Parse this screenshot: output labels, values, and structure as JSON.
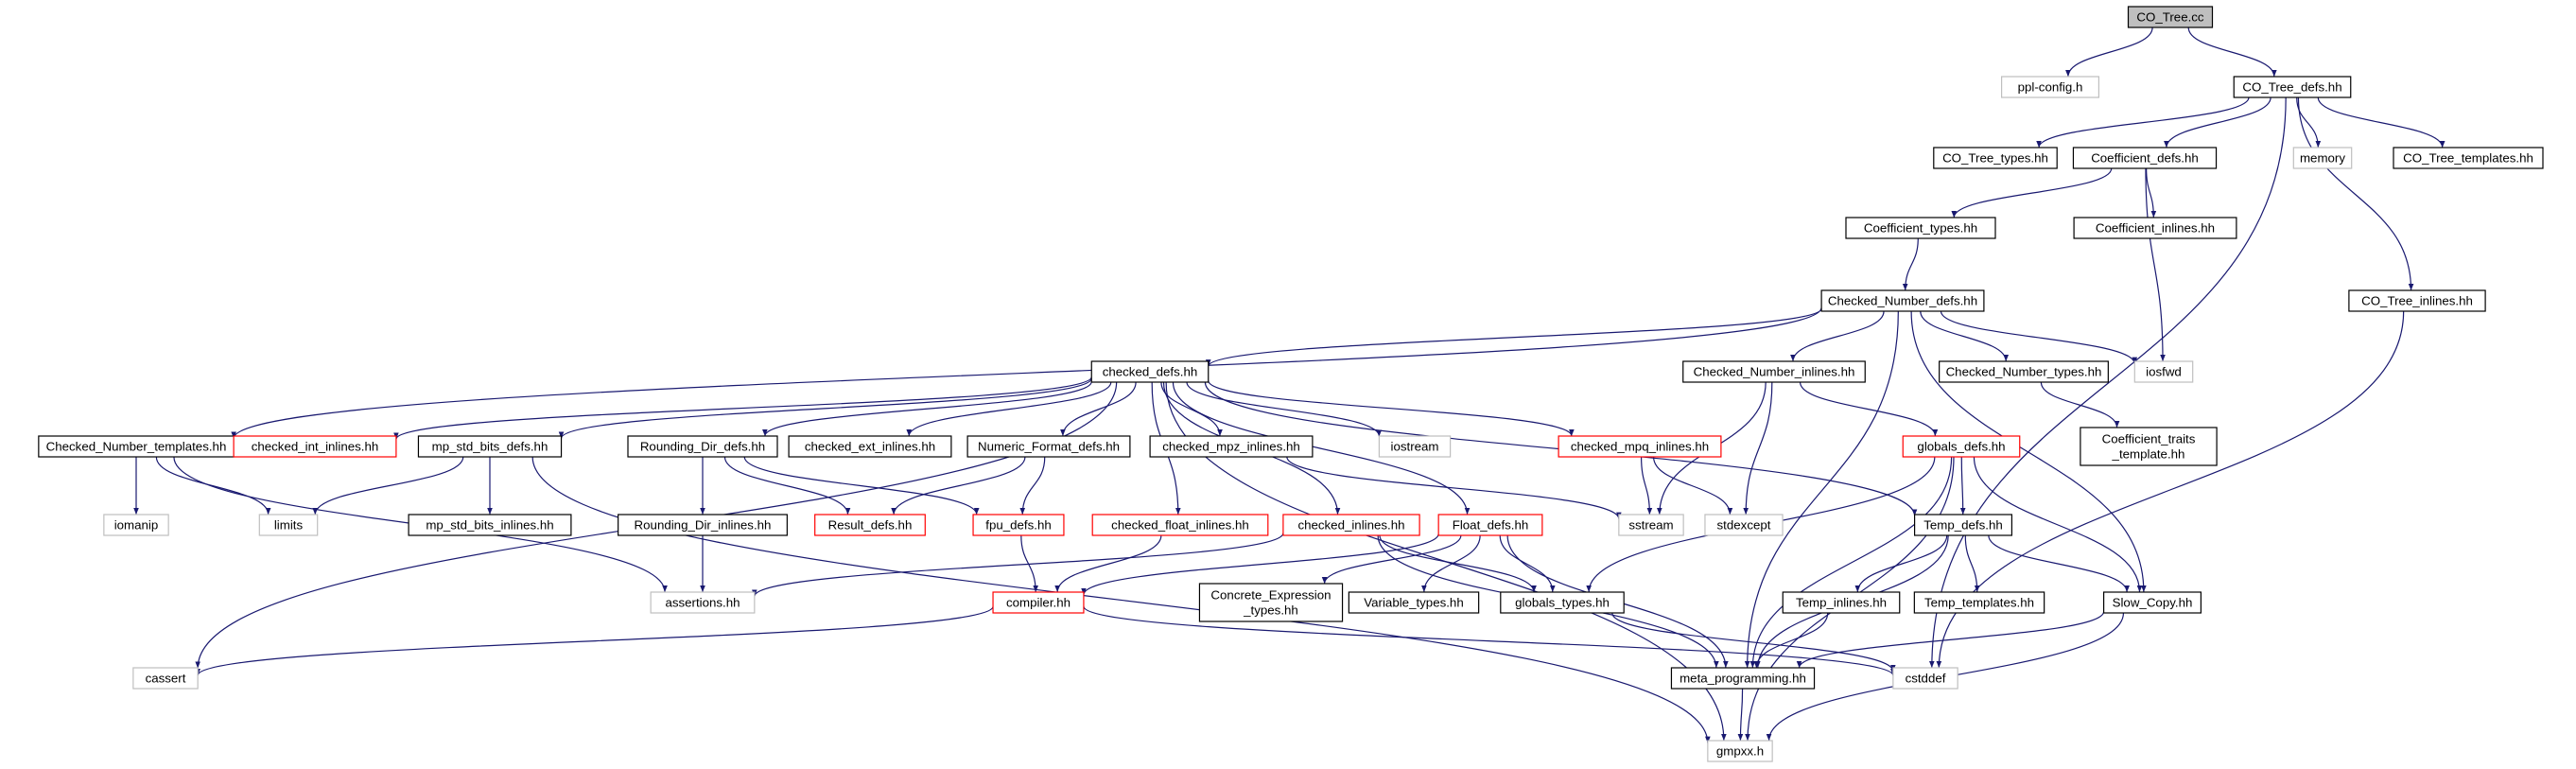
{
  "graph": {
    "colors": {
      "edge": "#191970",
      "box_black": "#000000",
      "box_gray": "#bfbfbf",
      "box_red": "#ff0000",
      "fill_root": "#bfbfbf",
      "fill": "#ffffff",
      "text": "#000000"
    },
    "nodes": [
      {
        "id": "co_tree_cc",
        "label": "CO_Tree.cc",
        "style": "root"
      },
      {
        "id": "ppl_config",
        "label": "ppl-config.h",
        "style": "gray"
      },
      {
        "id": "co_tree_defs",
        "label": "CO_Tree_defs.hh",
        "style": "black"
      },
      {
        "id": "co_tree_types",
        "label": "CO_Tree_types.hh",
        "style": "black"
      },
      {
        "id": "coefficient_defs",
        "label": "Coefficient_defs.hh",
        "style": "black"
      },
      {
        "id": "memory",
        "label": "memory",
        "style": "gray"
      },
      {
        "id": "co_tree_templates",
        "label": "CO_Tree_templates.hh",
        "style": "black"
      },
      {
        "id": "coefficient_types",
        "label": "Coefficient_types.hh",
        "style": "black"
      },
      {
        "id": "coefficient_inlines",
        "label": "Coefficient_inlines.hh",
        "style": "black"
      },
      {
        "id": "checked_number_defs",
        "label": "Checked_Number_defs.hh",
        "style": "black"
      },
      {
        "id": "co_tree_inlines",
        "label": "CO_Tree_inlines.hh",
        "style": "black"
      },
      {
        "id": "checked_defs",
        "label": "checked_defs.hh",
        "style": "black"
      },
      {
        "id": "checked_number_inlines",
        "label": "Checked_Number_inlines.hh",
        "style": "black"
      },
      {
        "id": "checked_number_types",
        "label": "Checked_Number_types.hh",
        "style": "black"
      },
      {
        "id": "iosfwd",
        "label": "iosfwd",
        "style": "gray"
      },
      {
        "id": "coefficient_traits_template",
        "label": "Coefficient_traits\n_template.hh",
        "style": "black"
      },
      {
        "id": "checked_number_templates",
        "label": "Checked_Number_templates.hh",
        "style": "black"
      },
      {
        "id": "checked_int_inlines",
        "label": "checked_int_inlines.hh",
        "style": "red"
      },
      {
        "id": "mp_std_bits_defs",
        "label": "mp_std_bits_defs.hh",
        "style": "black"
      },
      {
        "id": "rounding_dir_defs",
        "label": "Rounding_Dir_defs.hh",
        "style": "black"
      },
      {
        "id": "checked_ext_inlines",
        "label": "checked_ext_inlines.hh",
        "style": "black"
      },
      {
        "id": "numeric_format_defs",
        "label": "Numeric_Format_defs.hh",
        "style": "black"
      },
      {
        "id": "checked_mpz_inlines",
        "label": "checked_mpz_inlines.hh",
        "style": "black"
      },
      {
        "id": "iostream",
        "label": "iostream",
        "style": "gray"
      },
      {
        "id": "checked_mpq_inlines",
        "label": "checked_mpq_inlines.hh",
        "style": "red"
      },
      {
        "id": "globals_defs",
        "label": "globals_defs.hh",
        "style": "red"
      },
      {
        "id": "iomanip",
        "label": "iomanip",
        "style": "gray"
      },
      {
        "id": "limits",
        "label": "limits",
        "style": "gray"
      },
      {
        "id": "mp_std_bits_inlines",
        "label": "mp_std_bits_inlines.hh",
        "style": "black"
      },
      {
        "id": "rounding_dir_inlines",
        "label": "Rounding_Dir_inlines.hh",
        "style": "black"
      },
      {
        "id": "result_defs",
        "label": "Result_defs.hh",
        "style": "red"
      },
      {
        "id": "fpu_defs",
        "label": "fpu_defs.hh",
        "style": "red"
      },
      {
        "id": "checked_float_inlines",
        "label": "checked_float_inlines.hh",
        "style": "red"
      },
      {
        "id": "checked_inlines",
        "label": "checked_inlines.hh",
        "style": "red"
      },
      {
        "id": "float_defs",
        "label": "Float_defs.hh",
        "style": "red"
      },
      {
        "id": "sstream",
        "label": "sstream",
        "style": "gray"
      },
      {
        "id": "stdexcept",
        "label": "stdexcept",
        "style": "gray"
      },
      {
        "id": "temp_defs",
        "label": "Temp_defs.hh",
        "style": "black"
      },
      {
        "id": "assertions",
        "label": "assertions.hh",
        "style": "gray"
      },
      {
        "id": "compiler",
        "label": "compiler.hh",
        "style": "red"
      },
      {
        "id": "concrete_expression_types",
        "label": "Concrete_Expression\n_types.hh",
        "style": "black"
      },
      {
        "id": "variable_types",
        "label": "Variable_types.hh",
        "style": "black"
      },
      {
        "id": "globals_types",
        "label": "globals_types.hh",
        "style": "black"
      },
      {
        "id": "temp_inlines",
        "label": "Temp_inlines.hh",
        "style": "black"
      },
      {
        "id": "temp_templates",
        "label": "Temp_templates.hh",
        "style": "black"
      },
      {
        "id": "slow_copy",
        "label": "Slow_Copy.hh",
        "style": "black"
      },
      {
        "id": "cassert",
        "label": "cassert",
        "style": "gray"
      },
      {
        "id": "meta_programming",
        "label": "meta_programming.hh",
        "style": "black"
      },
      {
        "id": "cstddef",
        "label": "cstddef",
        "style": "gray"
      },
      {
        "id": "gmpxx",
        "label": "gmpxx.h",
        "style": "gray"
      }
    ],
    "edges": [
      [
        "co_tree_cc",
        "ppl_config"
      ],
      [
        "co_tree_cc",
        "co_tree_defs"
      ],
      [
        "co_tree_defs",
        "co_tree_types"
      ],
      [
        "co_tree_defs",
        "coefficient_defs"
      ],
      [
        "co_tree_defs",
        "memory"
      ],
      [
        "co_tree_defs",
        "co_tree_templates"
      ],
      [
        "co_tree_defs",
        "co_tree_inlines"
      ],
      [
        "co_tree_defs",
        "cstddef"
      ],
      [
        "coefficient_defs",
        "coefficient_types"
      ],
      [
        "coefficient_defs",
        "coefficient_inlines"
      ],
      [
        "coefficient_defs",
        "iosfwd"
      ],
      [
        "coefficient_types",
        "checked_number_defs"
      ],
      [
        "co_tree_inlines",
        "cstddef"
      ],
      [
        "checked_number_defs",
        "checked_defs"
      ],
      [
        "checked_number_defs",
        "checked_number_inlines"
      ],
      [
        "checked_number_defs",
        "checked_number_types"
      ],
      [
        "checked_number_defs",
        "iosfwd"
      ],
      [
        "checked_number_defs",
        "checked_number_templates"
      ],
      [
        "checked_number_defs",
        "slow_copy"
      ],
      [
        "checked_number_defs",
        "meta_programming"
      ],
      [
        "checked_number_types",
        "coefficient_traits_template"
      ],
      [
        "checked_number_inlines",
        "globals_defs"
      ],
      [
        "checked_number_inlines",
        "sstream"
      ],
      [
        "checked_number_inlines",
        "stdexcept"
      ],
      [
        "checked_defs",
        "checked_int_inlines"
      ],
      [
        "checked_defs",
        "mp_std_bits_defs"
      ],
      [
        "checked_defs",
        "rounding_dir_defs"
      ],
      [
        "checked_defs",
        "checked_ext_inlines"
      ],
      [
        "checked_defs",
        "numeric_format_defs"
      ],
      [
        "checked_defs",
        "checked_mpz_inlines"
      ],
      [
        "checked_defs",
        "iostream"
      ],
      [
        "checked_defs",
        "checked_mpq_inlines"
      ],
      [
        "checked_defs",
        "checked_float_inlines"
      ],
      [
        "checked_defs",
        "checked_inlines"
      ],
      [
        "checked_defs",
        "float_defs"
      ],
      [
        "checked_defs",
        "temp_defs"
      ],
      [
        "checked_defs",
        "cassert"
      ],
      [
        "checked_defs",
        "gmpxx"
      ],
      [
        "checked_number_templates",
        "iomanip"
      ],
      [
        "checked_number_templates",
        "limits"
      ],
      [
        "checked_number_templates",
        "assertions"
      ],
      [
        "mp_std_bits_defs",
        "limits"
      ],
      [
        "mp_std_bits_defs",
        "mp_std_bits_inlines"
      ],
      [
        "mp_std_bits_defs",
        "gmpxx"
      ],
      [
        "rounding_dir_defs",
        "rounding_dir_inlines"
      ],
      [
        "rounding_dir_defs",
        "result_defs"
      ],
      [
        "rounding_dir_defs",
        "fpu_defs"
      ],
      [
        "rounding_dir_inlines",
        "assertions"
      ],
      [
        "numeric_format_defs",
        "result_defs"
      ],
      [
        "numeric_format_defs",
        "fpu_defs"
      ],
      [
        "checked_mpz_inlines",
        "sstream"
      ],
      [
        "checked_mpq_inlines",
        "sstream"
      ],
      [
        "checked_mpq_inlines",
        "stdexcept"
      ],
      [
        "fpu_defs",
        "compiler"
      ],
      [
        "checked_float_inlines",
        "compiler"
      ],
      [
        "checked_inlines",
        "assertions"
      ],
      [
        "checked_inlines",
        "globals_types"
      ],
      [
        "checked_inlines",
        "meta_programming"
      ],
      [
        "float_defs",
        "compiler"
      ],
      [
        "float_defs",
        "concrete_expression_types"
      ],
      [
        "float_defs",
        "variable_types"
      ],
      [
        "float_defs",
        "globals_types"
      ],
      [
        "float_defs",
        "meta_programming"
      ],
      [
        "globals_defs",
        "temp_defs"
      ],
      [
        "globals_defs",
        "globals_types"
      ],
      [
        "globals_defs",
        "slow_copy"
      ],
      [
        "globals_defs",
        "meta_programming"
      ],
      [
        "globals_defs",
        "gmpxx"
      ],
      [
        "temp_defs",
        "temp_inlines"
      ],
      [
        "temp_defs",
        "temp_templates"
      ],
      [
        "temp_defs",
        "slow_copy"
      ],
      [
        "temp_defs",
        "meta_programming"
      ],
      [
        "temp_inlines",
        "meta_programming"
      ],
      [
        "slow_copy",
        "meta_programming"
      ],
      [
        "slow_copy",
        "gmpxx"
      ],
      [
        "compiler",
        "cassert"
      ],
      [
        "compiler",
        "cstddef"
      ],
      [
        "globals_types",
        "cstddef"
      ],
      [
        "meta_programming",
        "gmpxx"
      ]
    ]
  }
}
